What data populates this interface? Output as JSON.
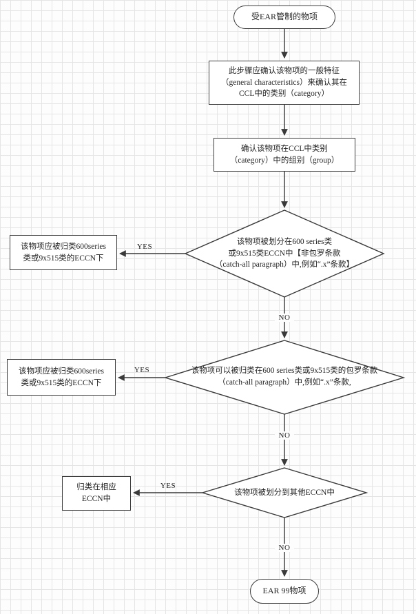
{
  "style": {
    "background": "#fdfdfd",
    "grid_color": "#e5e5e5",
    "stroke_color": "#3a3a3a",
    "text_color": "#1f1f1f"
  },
  "nodes": {
    "start": {
      "label": "受EAR管制的物项"
    },
    "step1": {
      "label": "此步骤应确认该物项的一般特征\n（general characteristics）来确认其在\nCCL中的类别（category）"
    },
    "step2": {
      "label": "确认该物项在CCL中类别\n（category）中的组别（group）"
    },
    "decision1": {
      "label": "该物项被划分在600 series类\n或9x515类ECCN中【非包罗条款\n（catch-all paragraph）中,例如“.x”条款】"
    },
    "result1": {
      "label": "该物项应被归类600series\n类或9x515类的ECCN下"
    },
    "decision2": {
      "label": "该物项可以被归类在600 series类或9x515类的包罗条款\n（catch-all paragraph）中,例如“.x”条款,"
    },
    "result2": {
      "label": "该物项应被归类600series\n类或9x515类的ECCN下"
    },
    "decision3": {
      "label": "该物项被划分到其他ECCN中"
    },
    "result3": {
      "label": "归类在相应\nECCN中"
    },
    "end": {
      "label": "EAR 99物项"
    }
  },
  "edges": {
    "decision1_yes": "YES",
    "decision1_no": "NO",
    "decision2_yes": "YES",
    "decision2_no": "NO",
    "decision3_yes": "YES",
    "decision3_no": "NO"
  }
}
